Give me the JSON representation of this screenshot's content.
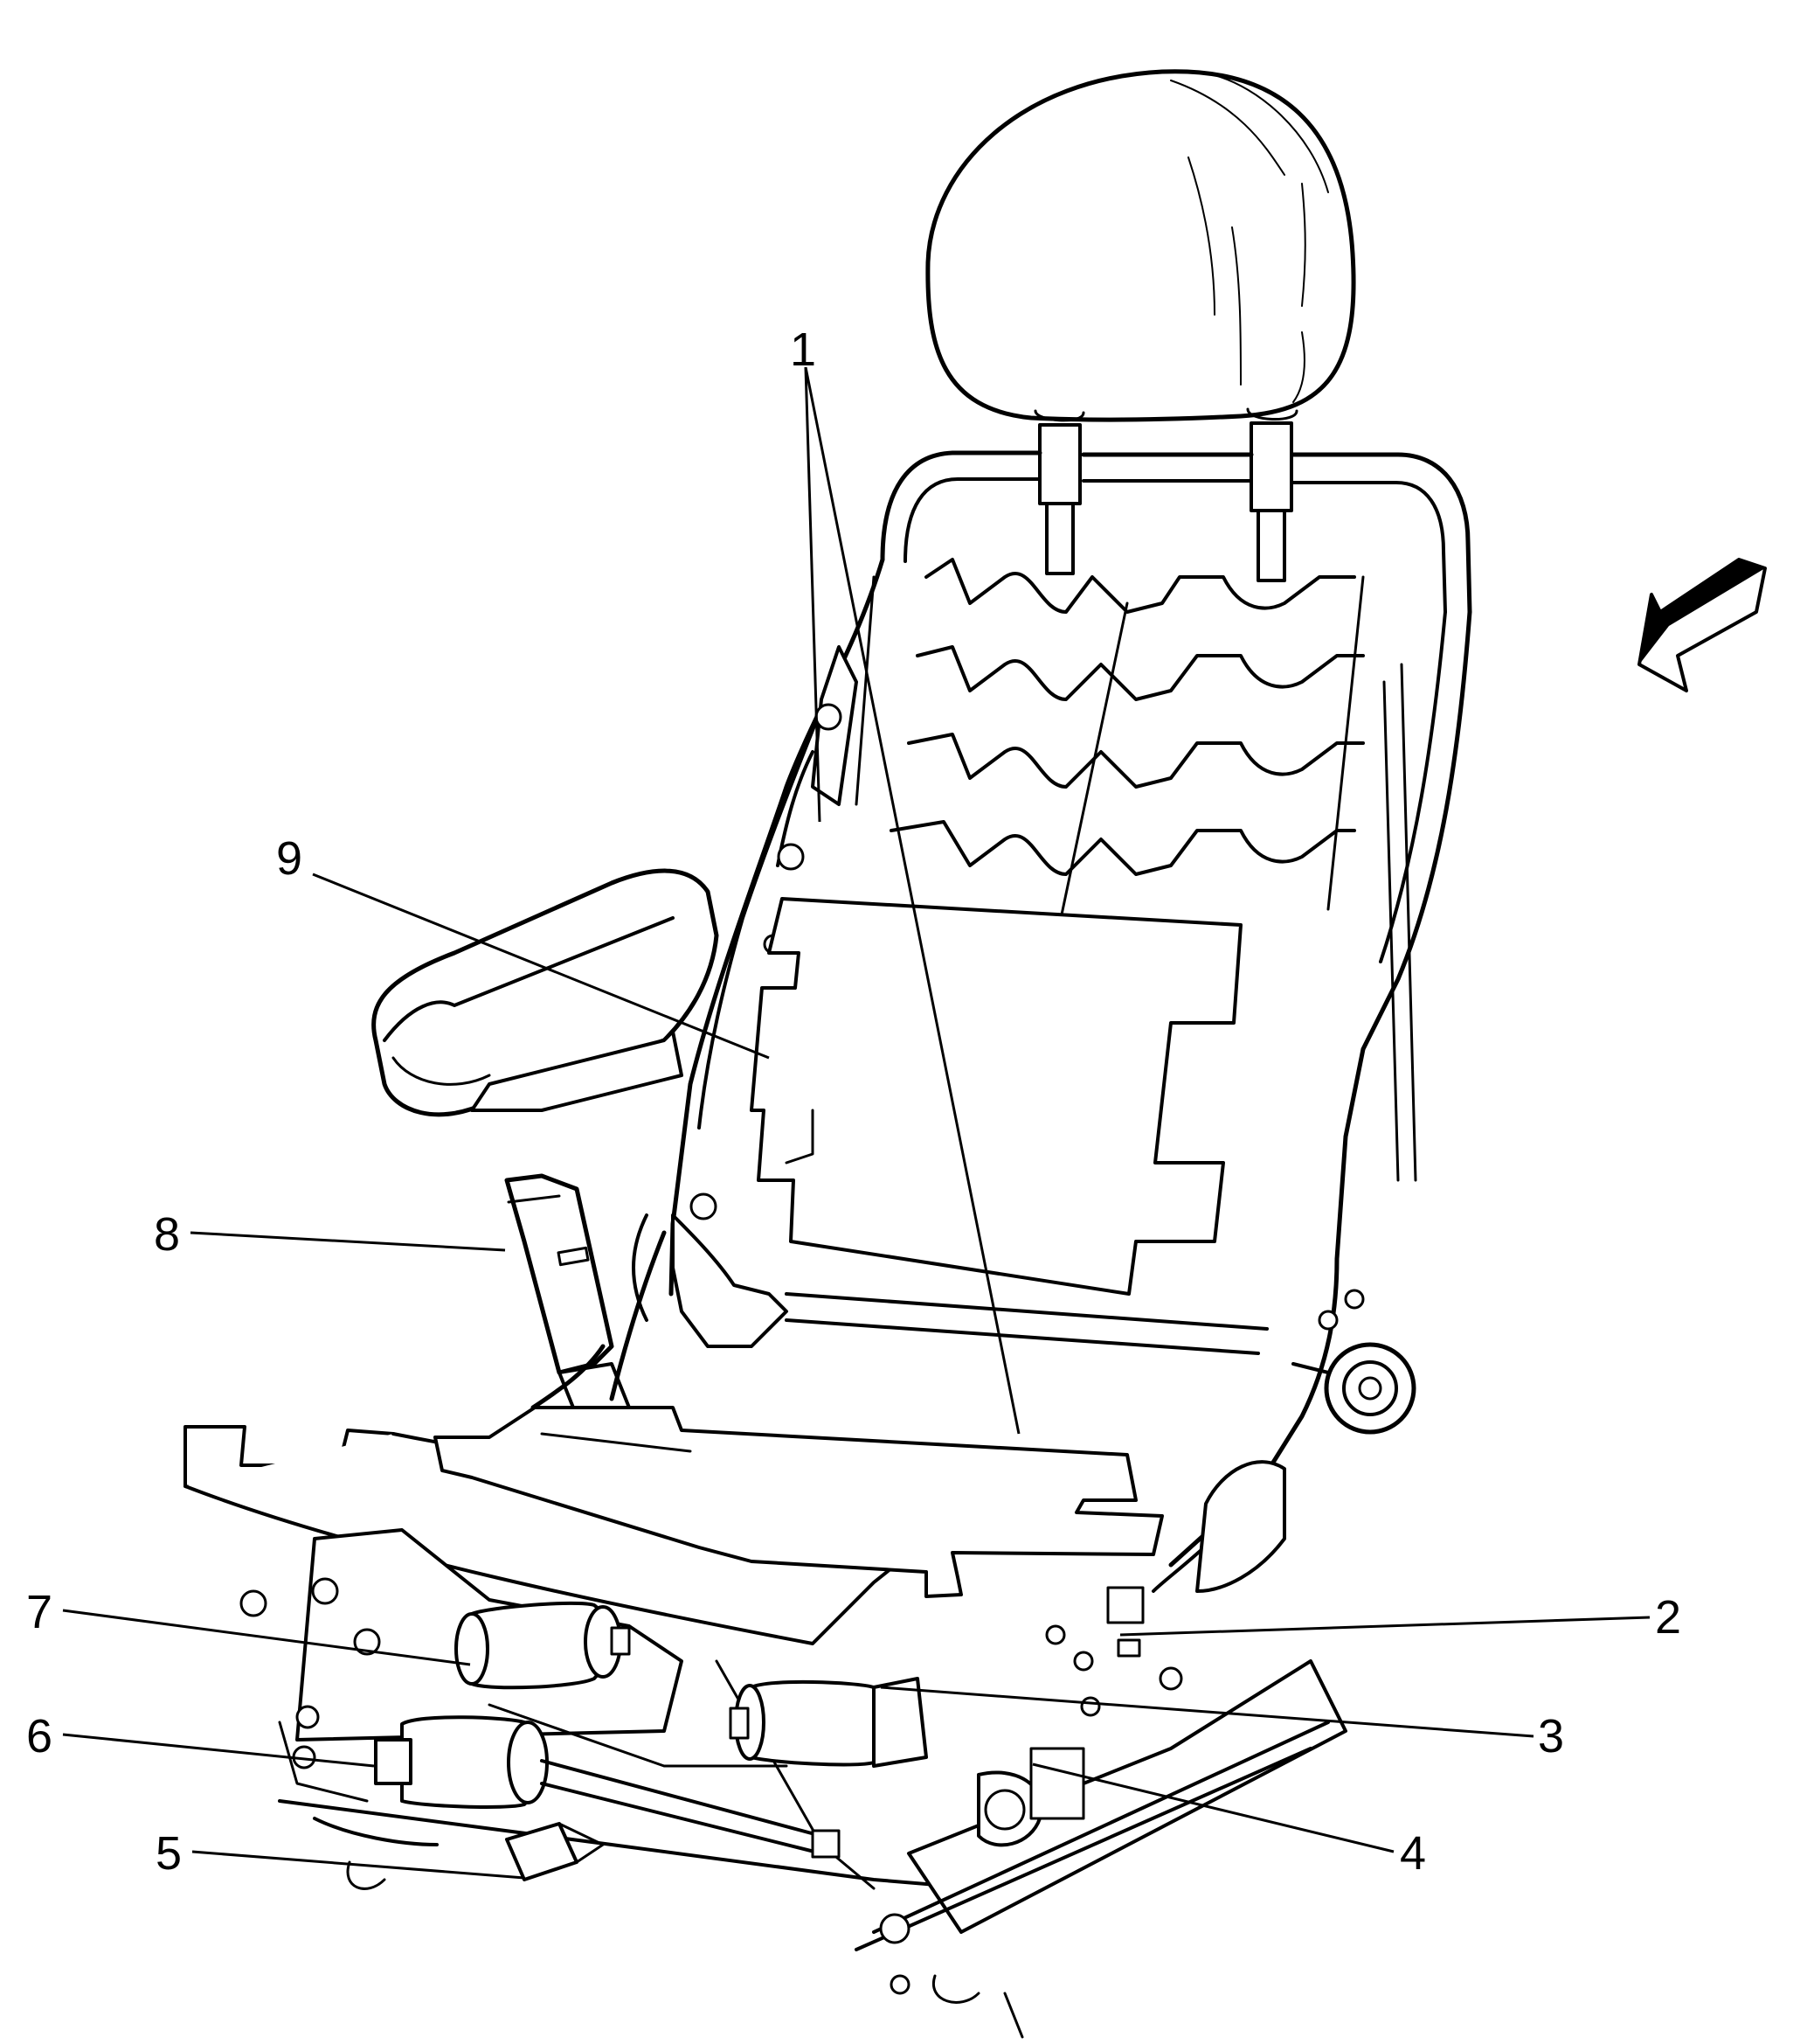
{
  "callouts": [
    {
      "id": "1",
      "label": "1"
    },
    {
      "id": "2",
      "label": "2"
    },
    {
      "id": "3",
      "label": "3"
    },
    {
      "id": "4",
      "label": "4"
    },
    {
      "id": "5",
      "label": "5"
    },
    {
      "id": "6",
      "label": "6"
    },
    {
      "id": "7",
      "label": "7"
    },
    {
      "id": "8",
      "label": "8"
    },
    {
      "id": "9",
      "label": "9"
    }
  ],
  "icons": {
    "direction_arrow": "front-direction-arrow-icon"
  },
  "colors": {
    "line": "#000000",
    "background": "#ffffff"
  }
}
